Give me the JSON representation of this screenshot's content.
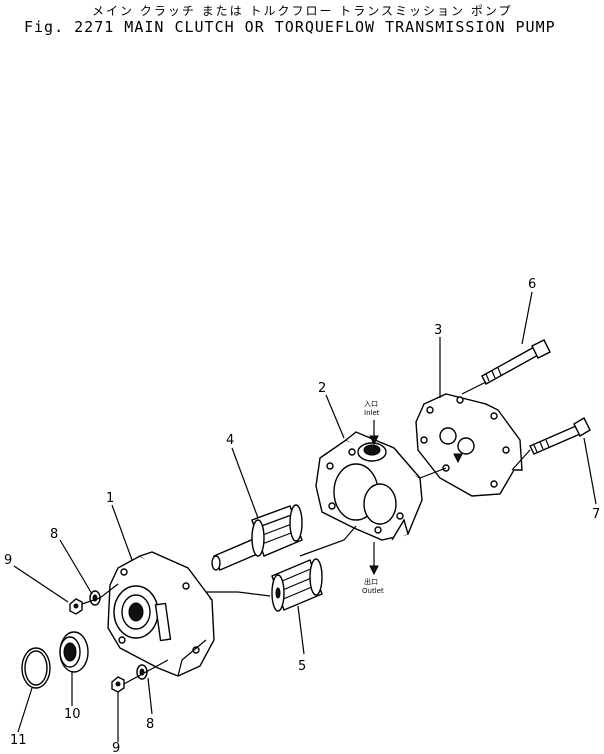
{
  "title": {
    "japanese": "メイン クラッチ または トルクフロー トランスミッション ポンプ",
    "english": "Fig. 2271 MAIN CLUTCH OR TORQUEFLOW TRANSMISSION PUMP"
  },
  "callouts": {
    "c1": "1",
    "c2": "2",
    "c3": "3",
    "c4": "4",
    "c5": "5",
    "c6": "6",
    "c7": "7",
    "c8a": "8",
    "c8b": "8",
    "c9a": "9",
    "c9b": "9",
    "c10": "10",
    "c11": "11"
  },
  "ports": {
    "inlet_jp": "入口",
    "inlet_en": "Inlet",
    "outlet_jp": "出口",
    "outlet_en": "Outlet"
  }
}
